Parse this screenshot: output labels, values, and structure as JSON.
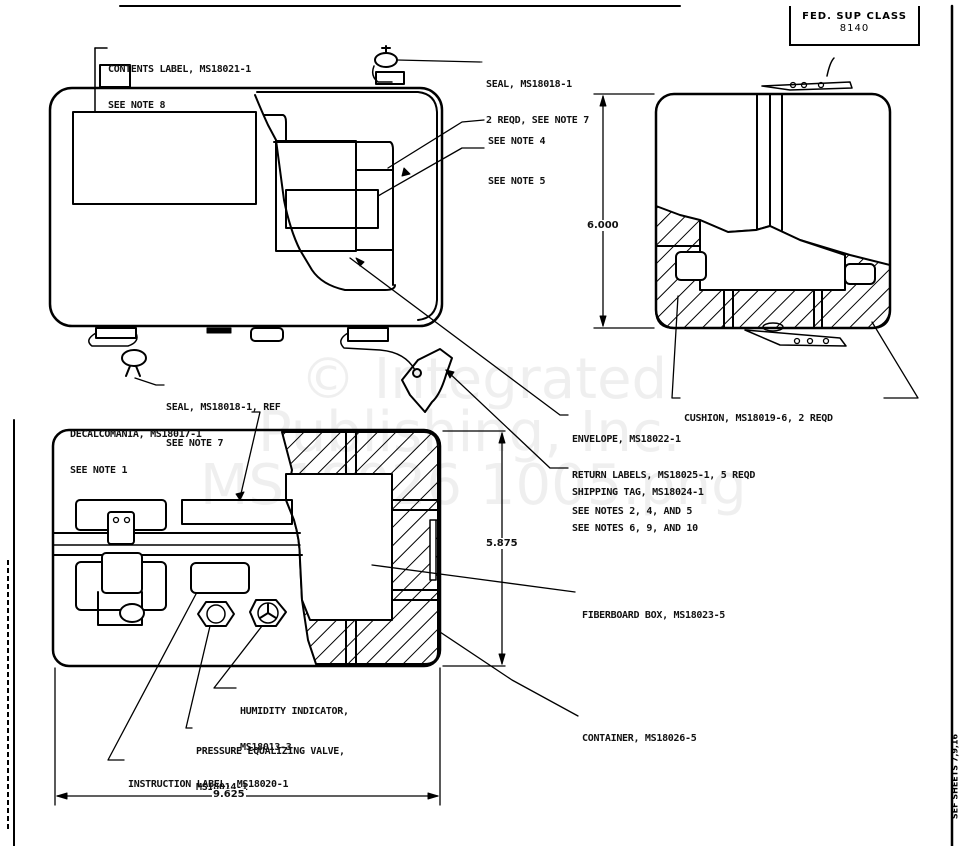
{
  "title_block": {
    "heading": "FED. SUP CLASS",
    "value": "8140"
  },
  "sheet_reference": "SEF SHEETS 7,9,16",
  "watermark": {
    "line1": "© Integrated",
    "line2": "Publishing, Inc.",
    "line3": "MS18026 1005.png"
  },
  "callouts": {
    "contents_label": [
      "CONTENTS LABEL, MS18021-1",
      "SEE NOTE 8"
    ],
    "seal_top": [
      "SEAL, MS18018-1",
      "2 REQD, SEE NOTE 7"
    ],
    "see_note_4": [
      "SEE NOTE 4"
    ],
    "see_note_5": [
      "SEE NOTE 5"
    ],
    "seal_ref": [
      "SEAL, MS18018-1, REF",
      "SEE NOTE 7"
    ],
    "decalcomania": [
      "DECALCOMANIA, MS18017-1",
      "SEE NOTE 1"
    ],
    "cushion": [
      "CUSHION, MS18019-6, 2 REQD"
    ],
    "envelope": [
      "ENVELOPE, MS18022-1",
      "RETURN LABELS, MS18025-1, 5 REQD",
      "SEE NOTES 2, 4, AND 5"
    ],
    "shipping_tag": [
      "SHIPPING TAG, MS18024-1",
      "SEE NOTES 6, 9, AND 10"
    ],
    "fiberboard_box": [
      "FIBERBOARD BOX, MS18023-5"
    ],
    "container": [
      "CONTAINER, MS18026-5"
    ],
    "humidity_indicator": [
      "HUMIDITY INDICATOR,",
      "MS18013-3"
    ],
    "pressure_valve": [
      "PRESSURE EQUALIZING VALVE,",
      "MS18014-1"
    ],
    "instruction_label": [
      "INSTRUCTION LABEL, MS18020-1"
    ]
  },
  "dimensions": {
    "height_end_view": "6.000",
    "height_plan_view": "5.875",
    "width_plan_view": "9.625"
  },
  "views": [
    {
      "name": "top-view",
      "description": "Container top view with cutaway"
    },
    {
      "name": "end-view",
      "description": "End section view with cushions"
    },
    {
      "name": "plan-view",
      "description": "Side view with valve, indicator and latch"
    }
  ]
}
